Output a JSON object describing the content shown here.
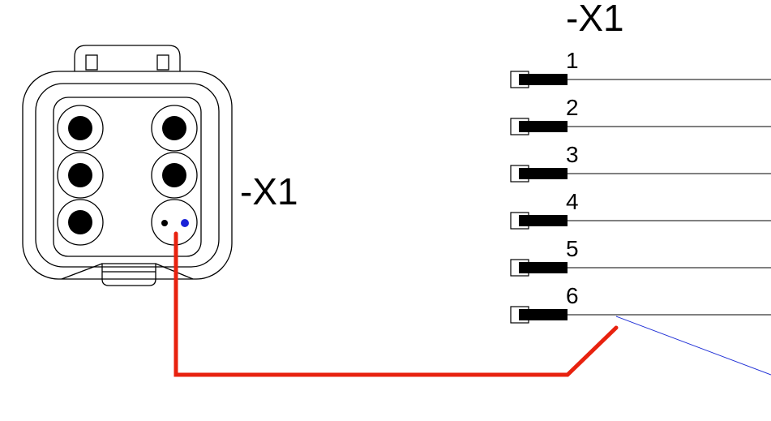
{
  "connector_label": "-X1",
  "schematic_label": "-X1",
  "pins": [
    {
      "number": "1"
    },
    {
      "number": "2"
    },
    {
      "number": "3"
    },
    {
      "number": "4"
    },
    {
      "number": "5"
    },
    {
      "number": "6"
    }
  ],
  "colors": {
    "line": "#000000",
    "pin_fill": "#000000",
    "highlight_wire": "#e8220f",
    "leader_line": "#1f2fd6",
    "blue_dot": "#1a22d8"
  }
}
